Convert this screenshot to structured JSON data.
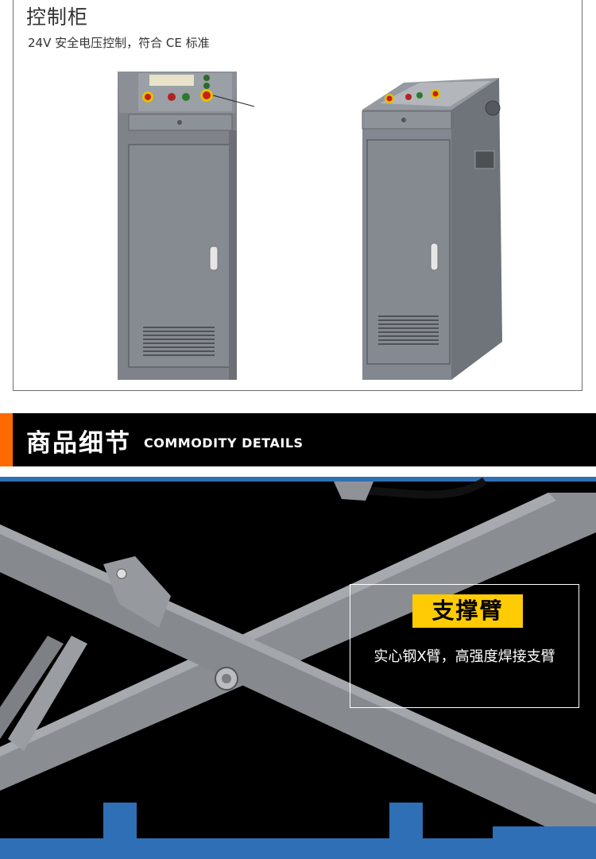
{
  "product_panel": {
    "title": "控制柜",
    "subtitle": "24V 安全电压控制，符合 CE 标准"
  },
  "section": {
    "title_cn": "商品细节",
    "title_en": "COMMODITY DETAILS",
    "accent_color": "#ff6a00"
  },
  "detail": {
    "label": "支撑臂",
    "description": "实心钢X臂，高强度焊接支臂",
    "label_color": "#ffcb05"
  }
}
